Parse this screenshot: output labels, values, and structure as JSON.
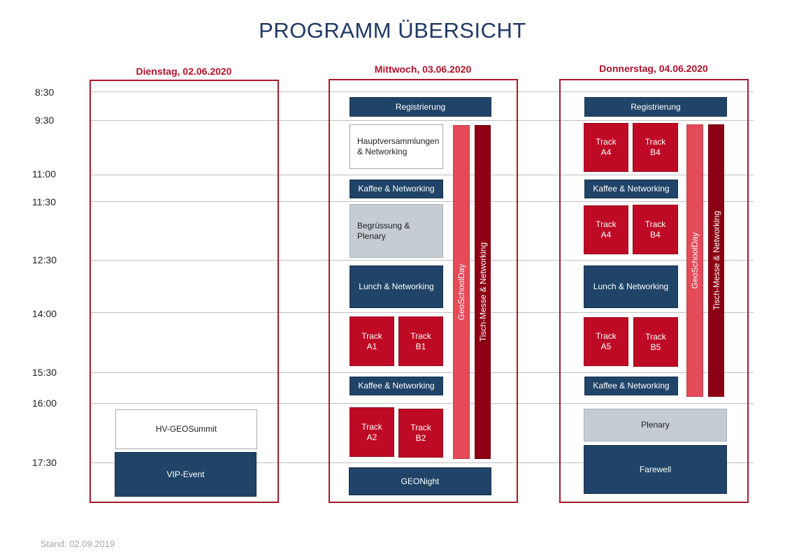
{
  "title": "PROGRAMM ÜBERSICHT",
  "footer": "Stand: 02.09.2019",
  "times": [
    "8:30",
    "9:30",
    "11:00",
    "11:30",
    "12:30",
    "14:00",
    "15:30",
    "16:00",
    "17:30"
  ],
  "days": [
    {
      "title": "Dienstag, 02.06.2020",
      "events": [
        "HV-GEOSummit",
        "VIP-Event"
      ]
    },
    {
      "title": "Mittwoch, 03.06.2020",
      "events": [
        "Registrierung",
        "Hauptversammlungen\n& Networking",
        "Kaffee & Networking",
        "Begrüssung &\nPlenary",
        "Lunch & Networking",
        "Track\nA1",
        "Track\nB1",
        "Kaffee & Networking",
        "Track\nA2",
        "Track\nB2",
        "GEONight"
      ],
      "bars": [
        "GeoSchoolDay",
        "Tisch-Messe & Networking"
      ]
    },
    {
      "title": "Donnerstag, 04.06.2020",
      "events": [
        "Registrierung",
        "Track\nA4",
        "Track\nB4",
        "Kaffee & Networking",
        "Track\nA4",
        "Track\nB4",
        "Lunch & Networking",
        "Track\nA5",
        "Track\nB5",
        "Kaffee & Networking",
        "Plenary",
        "Farewell"
      ],
      "bars": [
        "GeoSchoolDay",
        "Tisch-Messe & Networking"
      ]
    }
  ]
}
